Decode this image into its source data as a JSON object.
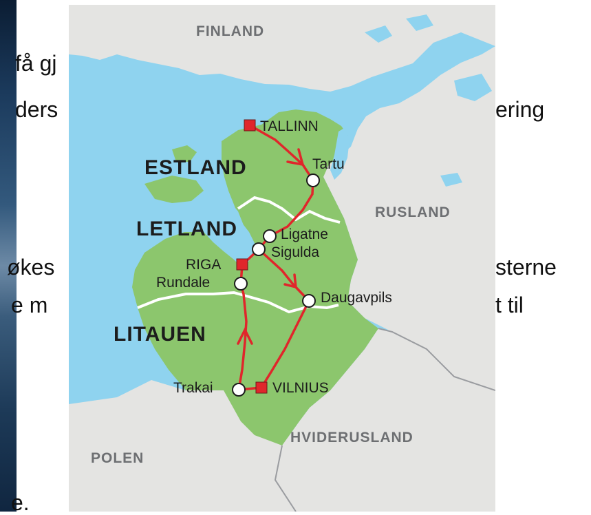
{
  "slide_text": {
    "line1": "få gj",
    "line2_left": "ders",
    "line2_right": "ering",
    "line3_left": "økes",
    "line3_right": "sterne",
    "line4_left": "e m",
    "line4_right": "t til",
    "line5": "e."
  },
  "map": {
    "countries_neighbor": {
      "finland": "FINLAND",
      "rusland": "RUSLAND",
      "hviderusland": "HVIDERUSLAND",
      "polen": "POLEN"
    },
    "countries_baltic": {
      "estland": "ESTLAND",
      "letland": "LETLAND",
      "litauen": "LITAUEN"
    },
    "cities": {
      "tallinn": "TALLINN",
      "tartu": "Tartu",
      "ligatne": "Ligatne",
      "sigulda": "Sigulda",
      "riga": "RIGA",
      "rundale": "Rundale",
      "daugavpils": "Daugavpils",
      "trakai": "Trakai",
      "vilnius": "VILNIUS"
    },
    "colors": {
      "sea": "#8fd3ef",
      "land_neighbor": "#e4e4e2",
      "land_baltic": "#8cc66d",
      "route": "#e0262b",
      "capital_marker": "#e0262b",
      "border_baltic": "#ffffff",
      "border_neighbor": "#9a9ca0"
    },
    "icons": {
      "capital": "red-square-marker",
      "city": "white-circle-marker",
      "direction": "red-arrowhead"
    }
  }
}
